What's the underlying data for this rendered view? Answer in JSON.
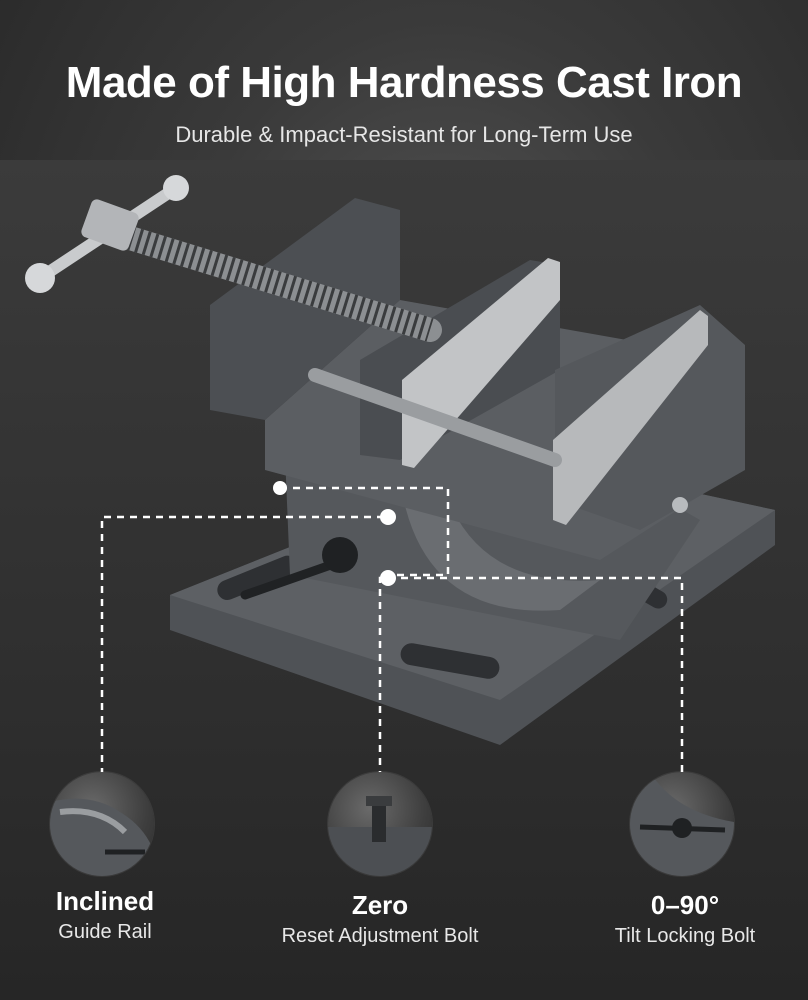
{
  "header": {
    "title": "Made of High Hardness Cast Iron",
    "subtitle": "Durable & Impact-Resistant for Long-Term Use"
  },
  "features": [
    {
      "heading": "Inclined",
      "caption": "Guide Rail",
      "icon": "guide-rail-icon"
    },
    {
      "heading": "Zero",
      "caption": "Reset Adjustment Bolt",
      "icon": "adjustment-bolt-icon"
    },
    {
      "heading": "0–90°",
      "caption": "Tilt Locking Bolt",
      "icon": "locking-bolt-icon"
    }
  ],
  "colors": {
    "text": "#ffffff",
    "vise_body": "#5b5e62",
    "jaw_plate": "#bfc1c3",
    "callout_line": "#ffffff"
  }
}
